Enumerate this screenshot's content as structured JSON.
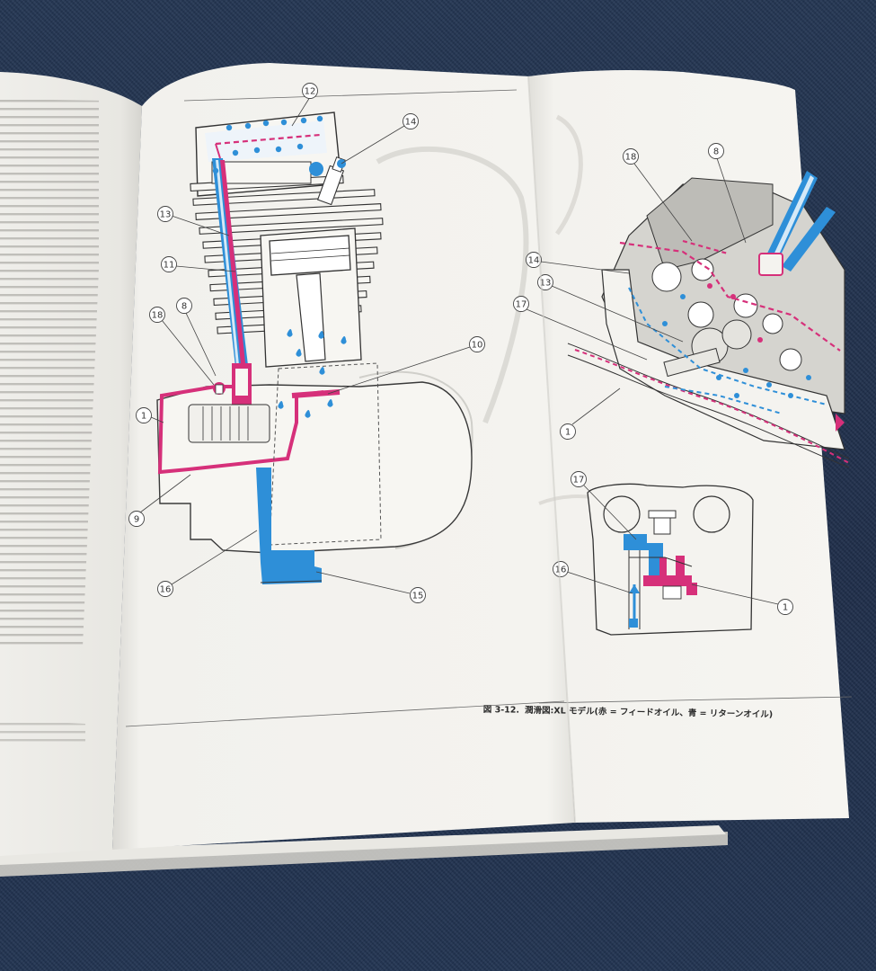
{
  "colors": {
    "feed_oil": "#d6307a",
    "return_oil": "#2e8fd8",
    "denim": "#22324f",
    "paper": "#f3f2ee"
  },
  "figure": {
    "number": "図 3-12.",
    "title": "潤滑図:XL モデル(赤 = フィードオイル、青 = リターンオイル)"
  },
  "callouts_left": [
    "12",
    "14",
    "13",
    "11",
    "8",
    "18",
    "10",
    "1",
    "9",
    "16",
    "15"
  ],
  "callouts_right": [
    "18",
    "8",
    "14",
    "13",
    "17",
    "1"
  ],
  "callouts_inset": [
    "17",
    "16",
    "1"
  ]
}
